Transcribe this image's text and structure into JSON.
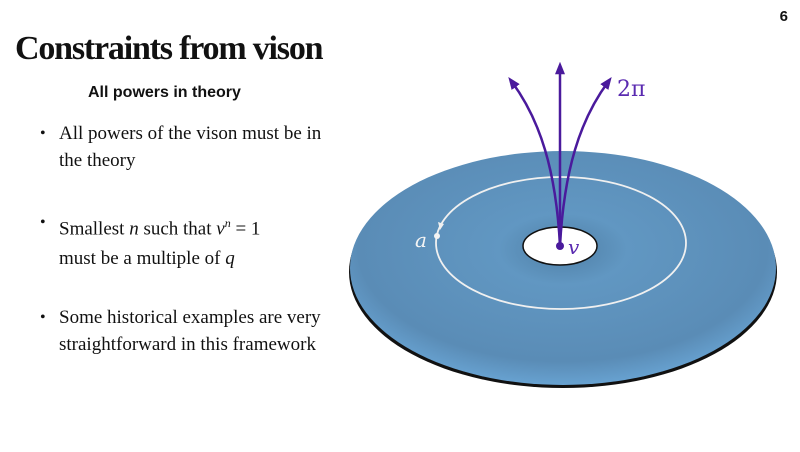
{
  "page_number": "6",
  "title": "Constraints from vison",
  "subtitle": "All powers in theory",
  "bullets": [
    {
      "text": "All powers of the vison must be in the theory"
    },
    {
      "pre": "Smallest ",
      "var_n": "n",
      "mid": " such that ",
      "var_v": "v",
      "sup": "n",
      "eq": " = 1",
      "line2": "must be a multiple of ",
      "var_q": "q"
    },
    {
      "text": "Some historical examples are very straightforward in this framework"
    }
  ],
  "figure": {
    "label_a": "a",
    "label_v": "v",
    "label_2pi": "2π",
    "colors": {
      "disk": "#5b8db8",
      "arrow": "#4a1a9c",
      "loop": "#f0f0f0"
    }
  }
}
